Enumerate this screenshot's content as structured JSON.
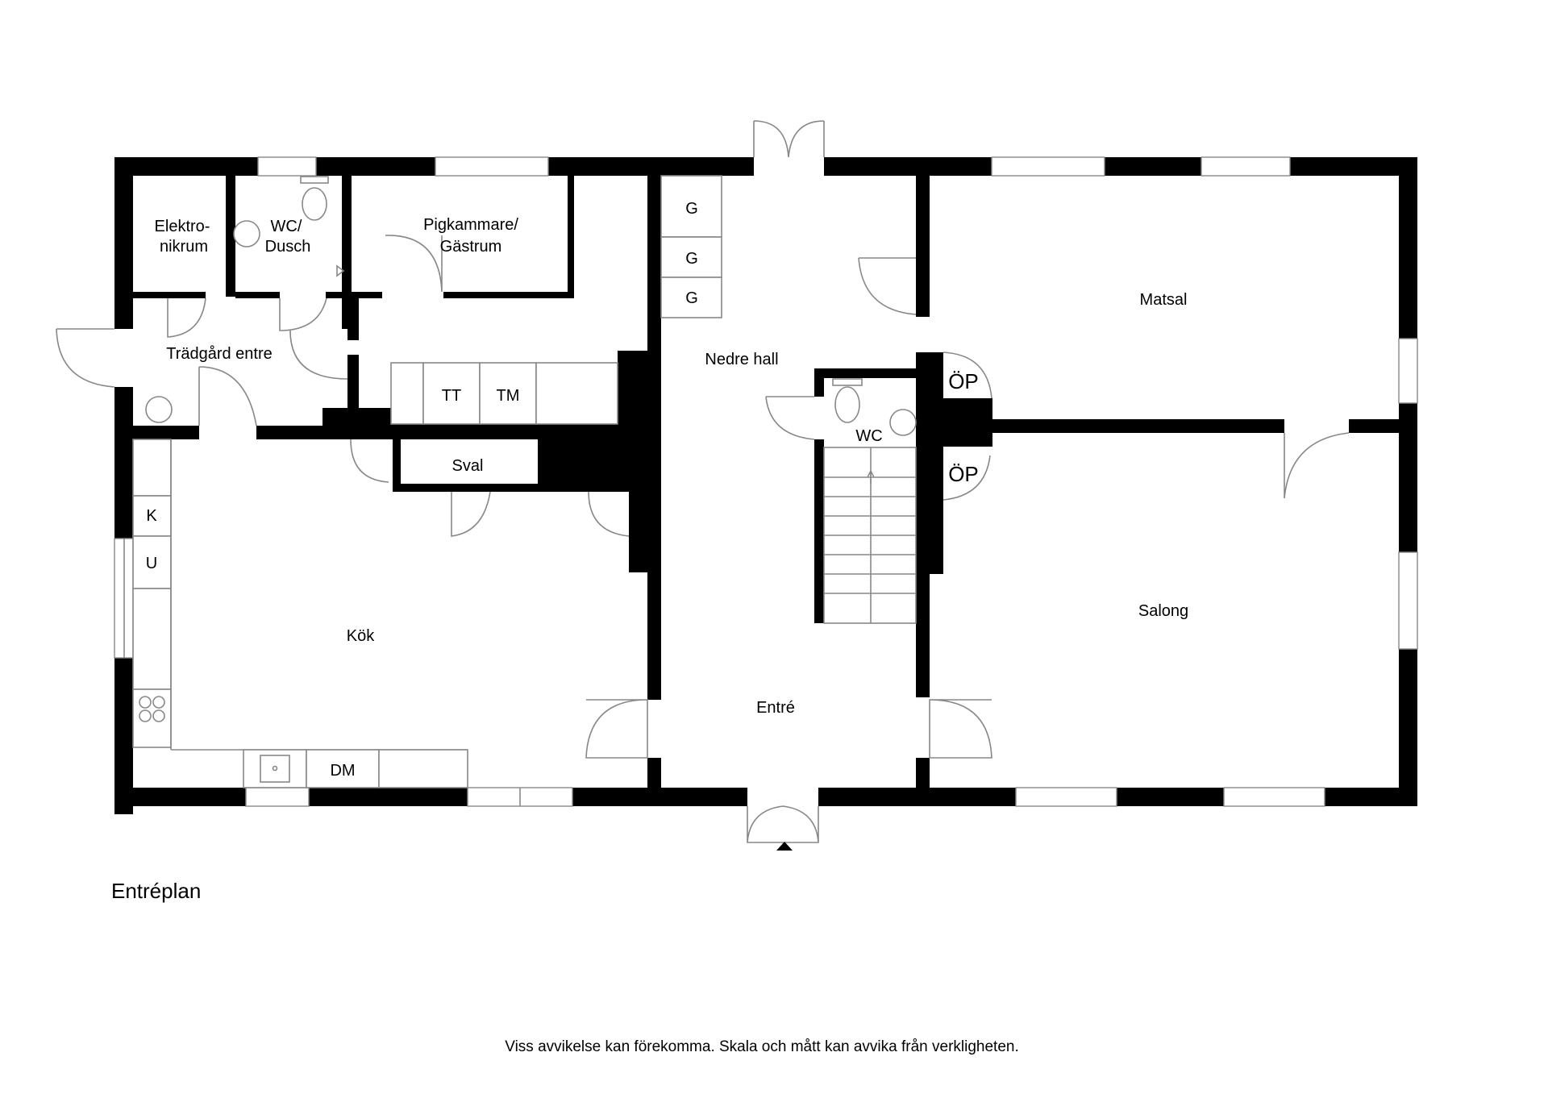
{
  "plan": {
    "title": "Entréplan",
    "disclaimer": "Viss avvikelse kan förekomma. Skala och mått kan avvika från verkligheten.",
    "rooms": {
      "elektronikrum_l1": "Elektro-",
      "elektronikrum_l2": "nikrum",
      "wc_dusch_l1": "WC/",
      "wc_dusch_l2": "Dusch",
      "pigkammare_l1": "Pigkammare/",
      "pigkammare_l2": "Gästrum",
      "tradgard_entre": "Trädgård entre",
      "nedre_hall": "Nedre hall",
      "matsal": "Matsal",
      "wc": "WC",
      "sval": "Sval",
      "kok": "Kök",
      "entre": "Entré",
      "salong": "Salong"
    },
    "fixtures": {
      "g1": "G",
      "g2": "G",
      "g3": "G",
      "tt": "TT",
      "tm": "TM",
      "k": "K",
      "u": "U",
      "dm": "DM",
      "op_top": "ÖP",
      "op_bottom": "ÖP"
    },
    "colors": {
      "wall": "#000000",
      "fixture_line": "#888888",
      "background": "#ffffff"
    }
  }
}
